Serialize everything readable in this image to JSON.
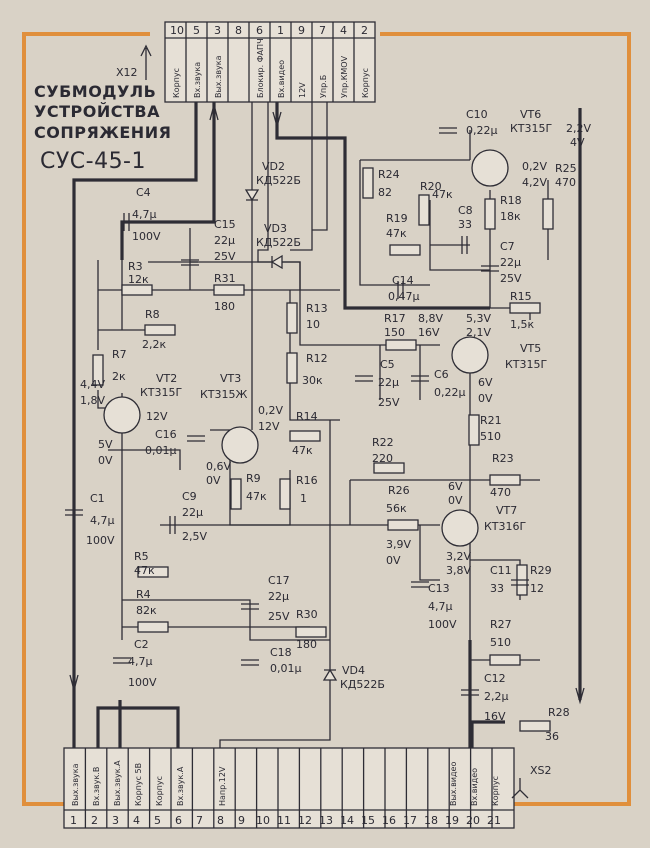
{
  "title": {
    "lines": [
      "СУБМОДУЛЬ",
      "УСТРОЙСТВА",
      "СОПРЯЖЕНИЯ",
      "СУС-45-1"
    ]
  },
  "colors": {
    "frame": "#e08f3c",
    "paper": "#d9d2c6",
    "ink": "#2e2d35"
  },
  "connectors": {
    "x12": {
      "name": "X12",
      "pins": [
        {
          "num": "10",
          "label": "Корпус"
        },
        {
          "num": "5",
          "label": "Вх.звука"
        },
        {
          "num": "3",
          "label": "Вых.звука"
        },
        {
          "num": "8",
          "label": ""
        },
        {
          "num": "6",
          "label": "Блокир. ФАПЧ"
        },
        {
          "num": "1",
          "label": "Вх.видео"
        },
        {
          "num": "9",
          "label": "12V"
        },
        {
          "num": "7",
          "label": "Упр.Б"
        },
        {
          "num": "4",
          "label": "Упр.КМОV"
        },
        {
          "num": "2",
          "label": "Корпус"
        }
      ]
    },
    "xs2": {
      "name": "XS2",
      "pins": [
        {
          "num": "1",
          "label": "Вых.звука"
        },
        {
          "num": "2",
          "label": "Вх.звук.В"
        },
        {
          "num": "3",
          "label": "Вых.звук.А"
        },
        {
          "num": "4",
          "label": "Корпус 5В"
        },
        {
          "num": "5",
          "label": "Корпус"
        },
        {
          "num": "6",
          "label": "Вх.звук.А"
        },
        {
          "num": "7",
          "label": ""
        },
        {
          "num": "8",
          "label": "Напр.12V"
        },
        {
          "num": "9",
          "label": ""
        },
        {
          "num": "10",
          "label": ""
        },
        {
          "num": "11",
          "label": ""
        },
        {
          "num": "12",
          "label": ""
        },
        {
          "num": "13",
          "label": ""
        },
        {
          "num": "14",
          "label": ""
        },
        {
          "num": "15",
          "label": ""
        },
        {
          "num": "16",
          "label": ""
        },
        {
          "num": "17",
          "label": ""
        },
        {
          "num": "18",
          "label": ""
        },
        {
          "num": "19",
          "label": "Вых.видео"
        },
        {
          "num": "20",
          "label": "Вх.видео"
        },
        {
          "num": "21",
          "label": "Корпус"
        }
      ]
    }
  },
  "components": {
    "C4": {
      "ref": "C4",
      "value": "4,7μ",
      "value2": "100V"
    },
    "C15": {
      "ref": "C15",
      "value": "22μ",
      "value2": "25V"
    },
    "VD2": {
      "ref": "VD2",
      "value": "КД522Б"
    },
    "VD3": {
      "ref": "VD3",
      "value": "КД522Б"
    },
    "R3": {
      "ref": "R3",
      "value": "12к"
    },
    "R31": {
      "ref": "R31",
      "value": "180"
    },
    "R8": {
      "ref": "R8",
      "value": "2,2к"
    },
    "R7": {
      "ref": "R7",
      "value": "2к"
    },
    "R13": {
      "ref": "R13",
      "value": "10"
    },
    "R12": {
      "ref": "R12",
      "value": "30к"
    },
    "VT2": {
      "ref": "VT2",
      "value": "КТ315Г"
    },
    "VT3": {
      "ref": "VT3",
      "value": "КТ315Ж"
    },
    "C16": {
      "ref": "C16",
      "value": "0,01μ"
    },
    "R14": {
      "ref": "R14",
      "value": "47к"
    },
    "R9": {
      "ref": "R9",
      "value": "47к"
    },
    "R16": {
      "ref": "R16",
      "value": "1"
    },
    "C9": {
      "ref": "C9",
      "value": "22μ",
      "value2": "2,5V"
    },
    "C1": {
      "ref": "C1",
      "value": "4,7μ",
      "value2": "100V"
    },
    "R5": {
      "ref": "R5",
      "value": "47к"
    },
    "R4": {
      "ref": "R4",
      "value": "82к"
    },
    "C2": {
      "ref": "C2",
      "value": "4,7μ",
      "value2": "100V"
    },
    "C17": {
      "ref": "C17",
      "value": "22μ",
      "value2": "25V"
    },
    "R30": {
      "ref": "R30",
      "value": "180"
    },
    "C18": {
      "ref": "C18",
      "value": "0,01μ"
    },
    "VD4": {
      "ref": "VD4",
      "value": "КД522Б"
    },
    "C10": {
      "ref": "C10",
      "value": "0,22μ"
    },
    "VT6": {
      "ref": "VT6",
      "value": "КТ315Г"
    },
    "R24": {
      "ref": "R24",
      "value": "82"
    },
    "R20": {
      "ref": "R20",
      "value": "47к"
    },
    "R19": {
      "ref": "R19",
      "value": "47к"
    },
    "C8": {
      "ref": "C8",
      "value": "33"
    },
    "R18": {
      "ref": "R18",
      "value": "18к"
    },
    "R25": {
      "ref": "R25",
      "value": "470"
    },
    "C7": {
      "ref": "C7",
      "value": "22μ",
      "value2": "25V"
    },
    "C14": {
      "ref": "C14",
      "value": "0,47μ"
    },
    "R15": {
      "ref": "R15",
      "value": "1,5к"
    },
    "R17": {
      "ref": "R17",
      "value": "150"
    },
    "C5": {
      "ref": "C5",
      "value": "22μ",
      "value2": "25V"
    },
    "C6": {
      "ref": "C6",
      "value": "0,22μ"
    },
    "VT5": {
      "ref": "VT5",
      "value": "КТ315Г"
    },
    "R21": {
      "ref": "R21",
      "value": "510"
    },
    "R22": {
      "ref": "R22",
      "value": "220"
    },
    "R23": {
      "ref": "R23",
      "value": "470"
    },
    "R26": {
      "ref": "R26",
      "value": "56к"
    },
    "VT7": {
      "ref": "VT7",
      "value": "КТ316Г"
    },
    "C11": {
      "ref": "C11",
      "value": "33"
    },
    "R29": {
      "ref": "R29",
      "value": "12"
    },
    "C13": {
      "ref": "C13",
      "value": "4,7μ",
      "value2": "100V"
    },
    "R27": {
      "ref": "R27",
      "value": "510"
    },
    "C12": {
      "ref": "C12",
      "value": "2,2μ",
      "value2": "16V"
    },
    "R28": {
      "ref": "R28",
      "value": "36"
    }
  },
  "voltages": {
    "vt6_b": "2,2V",
    "vt6_b2": "4V",
    "vt6_e": "0,2V",
    "vt6_e2": "4,2V",
    "vt5_c": "5,3V",
    "vt5_c2": "2,1V",
    "vt5_b": "8,8V",
    "vt5_b2": "16V",
    "vt5_e": "6V",
    "vt5_e2": "0V",
    "vt2_c": "4,4V",
    "vt2_c2": "1,8V",
    "vt2_e": "5V",
    "vt2_e2": "0V",
    "vt2_b": "12V",
    "vt3_c": "0,2V",
    "vt3_c2": "12V",
    "vt3_e": "0,6V",
    "vt3_e2": "0V",
    "vt7_c": "6V",
    "vt7_c2": "0V",
    "vt7_b": "3,9V",
    "vt7_b2": "0V",
    "vt7_e": "3,2V",
    "vt7_e2": "3,8V"
  }
}
